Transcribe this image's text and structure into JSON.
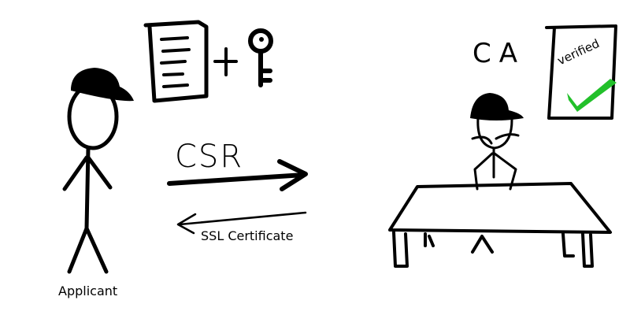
{
  "applicant": {
    "label": "Applicant"
  },
  "csr": {
    "label": "CSR"
  },
  "certificate": {
    "label": "SSL Certificate"
  },
  "ca": {
    "label": "CA",
    "stamp": "verified"
  },
  "colors": {
    "ink": "#000000",
    "check": "#22c02a"
  }
}
